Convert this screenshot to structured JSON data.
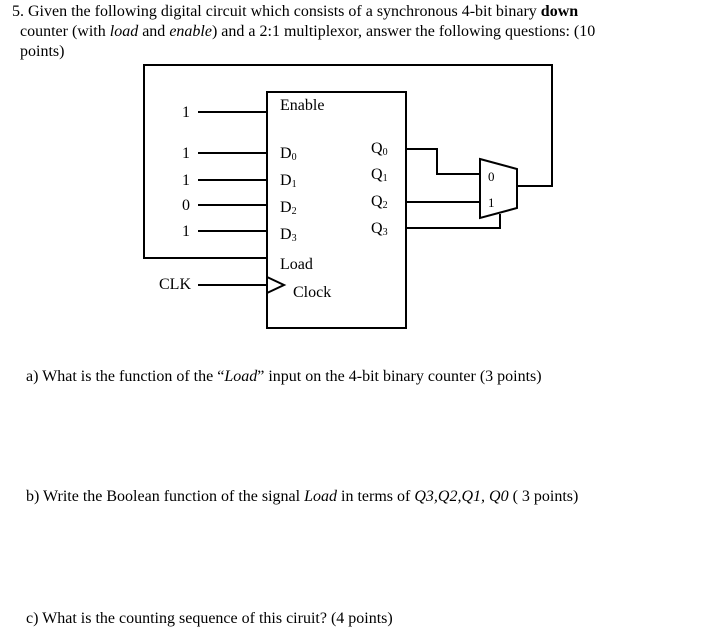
{
  "question": {
    "number": "5.",
    "text_part1": " Given the following  digital circuit which consists of a synchronous 4-bit binary ",
    "bold_word": "down",
    "text_part2": "counter (with ",
    "load_word": "load",
    "text_part3": " and ",
    "enable_word": "enable",
    "text_part4": ") and a 2:1 multiplexor, answer the following questions: (10",
    "text_part5": "points)"
  },
  "circuit": {
    "enable_label": "Enable",
    "load_label": "Load",
    "clock_label": "Clock",
    "clk_label": "CLK",
    "enable_input": "1",
    "d_inputs": [
      {
        "value": "1",
        "label": "D",
        "sub": "0"
      },
      {
        "value": "1",
        "label": "D",
        "sub": "1"
      },
      {
        "value": "0",
        "label": "D",
        "sub": "2"
      },
      {
        "value": "1",
        "label": "D",
        "sub": "3"
      }
    ],
    "q_outputs": [
      {
        "label": "Q",
        "sub": "0"
      },
      {
        "label": "Q",
        "sub": "1"
      },
      {
        "label": "Q",
        "sub": "2"
      },
      {
        "label": "Q",
        "sub": "3"
      }
    ],
    "mux_inputs": [
      "0",
      "1"
    ]
  },
  "parts": {
    "a_pre": "a)  What is the function of the “",
    "a_italic": "Load",
    "a_post": "” input on the 4-bit binary counter (3 points)",
    "b_pre": "b) Write the Boolean function of the signal ",
    "b_italic": "Load",
    "b_mid": " in terms of  ",
    "b_vars": "Q3,Q2,Q1, Q0",
    "b_post": " ( 3 points)",
    "c_text": "c) What is the counting sequence of this ciruit?  (4 points)"
  }
}
